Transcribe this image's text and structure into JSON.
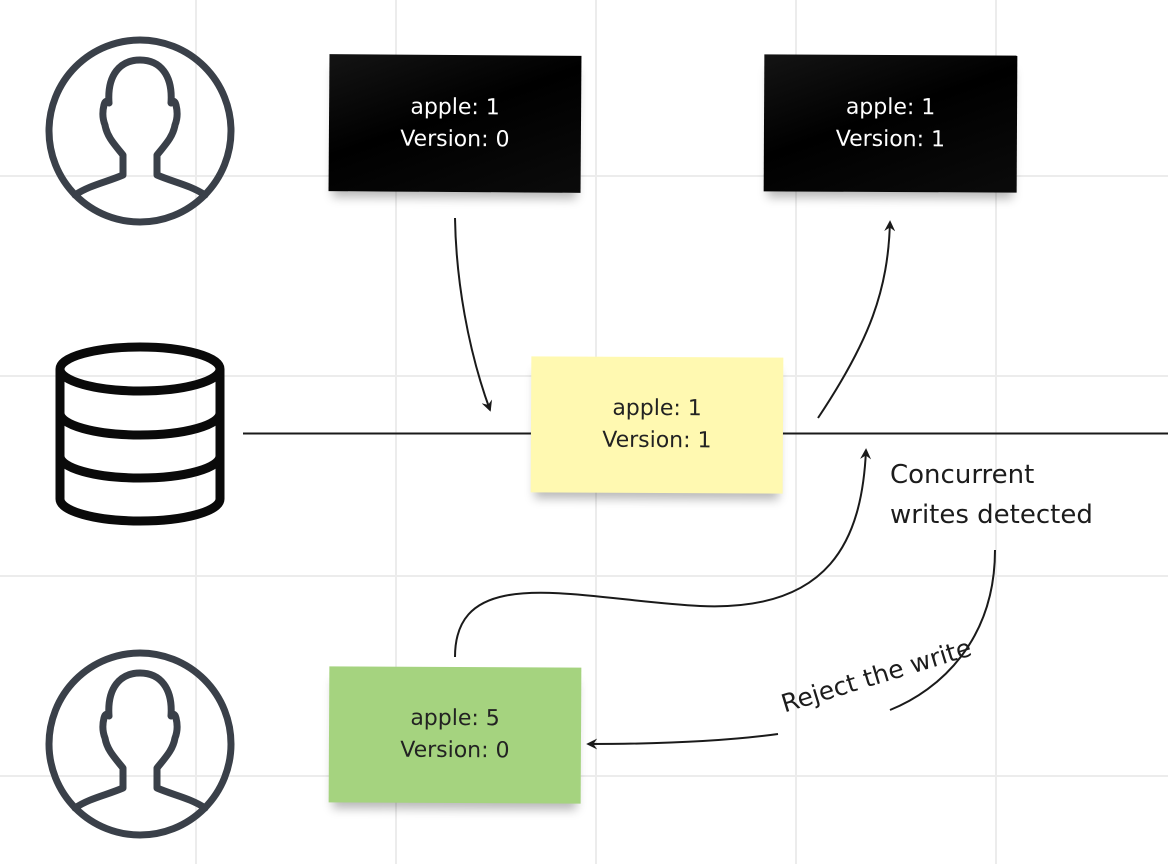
{
  "notes": {
    "client_a_read": {
      "line1": "apple: 1",
      "line2": "Version: 0",
      "color": "#000000"
    },
    "client_a_result": {
      "line1": "apple: 1",
      "line2": "Version: 1",
      "color": "#000000"
    },
    "database": {
      "line1": "apple: 1",
      "line2": "Version: 1",
      "color": "#fff9b1"
    },
    "client_b_write": {
      "line1": "apple: 5",
      "line2": "Version: 0",
      "color": "#a5d37f"
    }
  },
  "labels": {
    "concurrent_line1": "Concurrent",
    "concurrent_line2": "writes detected",
    "reject": "Reject the write"
  },
  "icons": {
    "user_top": "user-icon",
    "database": "database-icon",
    "user_bottom": "user-icon"
  }
}
